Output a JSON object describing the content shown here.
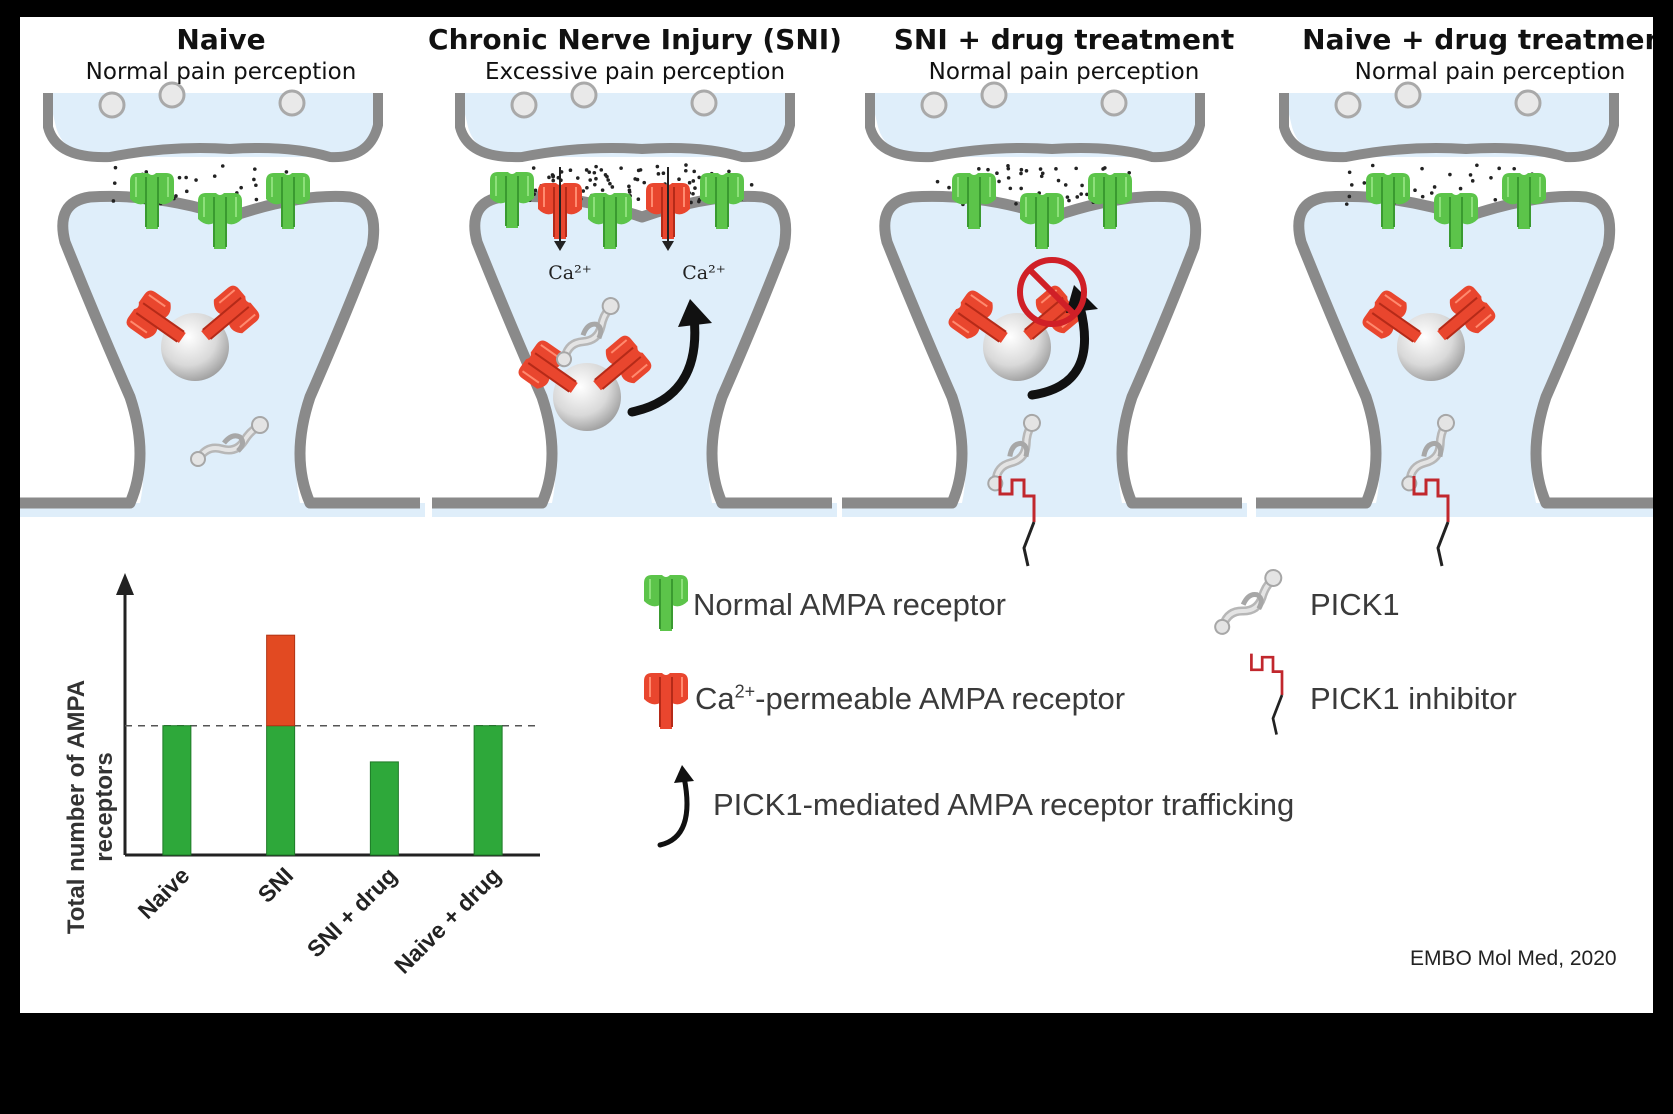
{
  "panels": [
    {
      "title": "Naive",
      "subtitle": "Normal pain perception"
    },
    {
      "title": "Chronic Nerve Injury (SNI)",
      "subtitle": "Excessive pain perception"
    },
    {
      "title": "SNI + drug treatment",
      "subtitle": "Normal pain perception"
    },
    {
      "title": "Naive + drug treatment",
      "subtitle": "Normal pain perception"
    }
  ],
  "calcium_labels": [
    "Ca²⁺",
    "Ca²⁺"
  ],
  "legend": {
    "normal_ampa": "Normal AMPA receptor",
    "ca_ampa_prefix": "Ca",
    "ca_ampa_sup": "2+",
    "ca_ampa_suffix": "-permeable AMPA receptor",
    "pick1": "PICK1",
    "pick1_inhibitor": "PICK1 inhibitor",
    "trafficking": "PICK1-mediated AMPA receptor trafficking"
  },
  "citation": "EMBO Mol Med, 2020",
  "colors": {
    "normal_receptor": "#5cc44a",
    "ca_receptor": "#e9462e",
    "cell_fill": "#dfeefa",
    "membrane": "#8a8a8a",
    "bar_green": "#2ea83a",
    "bar_red": "#e24a22",
    "inhibitor": "#c1272d"
  },
  "chart_data": {
    "type": "bar",
    "ylabel": "Total number of AMPA receptors",
    "categories": [
      "Naive",
      "SNI",
      "SNI + drug",
      "Naive + drug"
    ],
    "series": [
      {
        "values": [
          1.0,
          1.0,
          0.72,
          1.0
        ]
      },
      {
        "values": [
          0,
          0.7,
          0,
          0
        ]
      }
    ],
    "stacked": true,
    "reference_line": 1.0,
    "ylim": [
      0,
      2.15
    ],
    "grid": false
  }
}
